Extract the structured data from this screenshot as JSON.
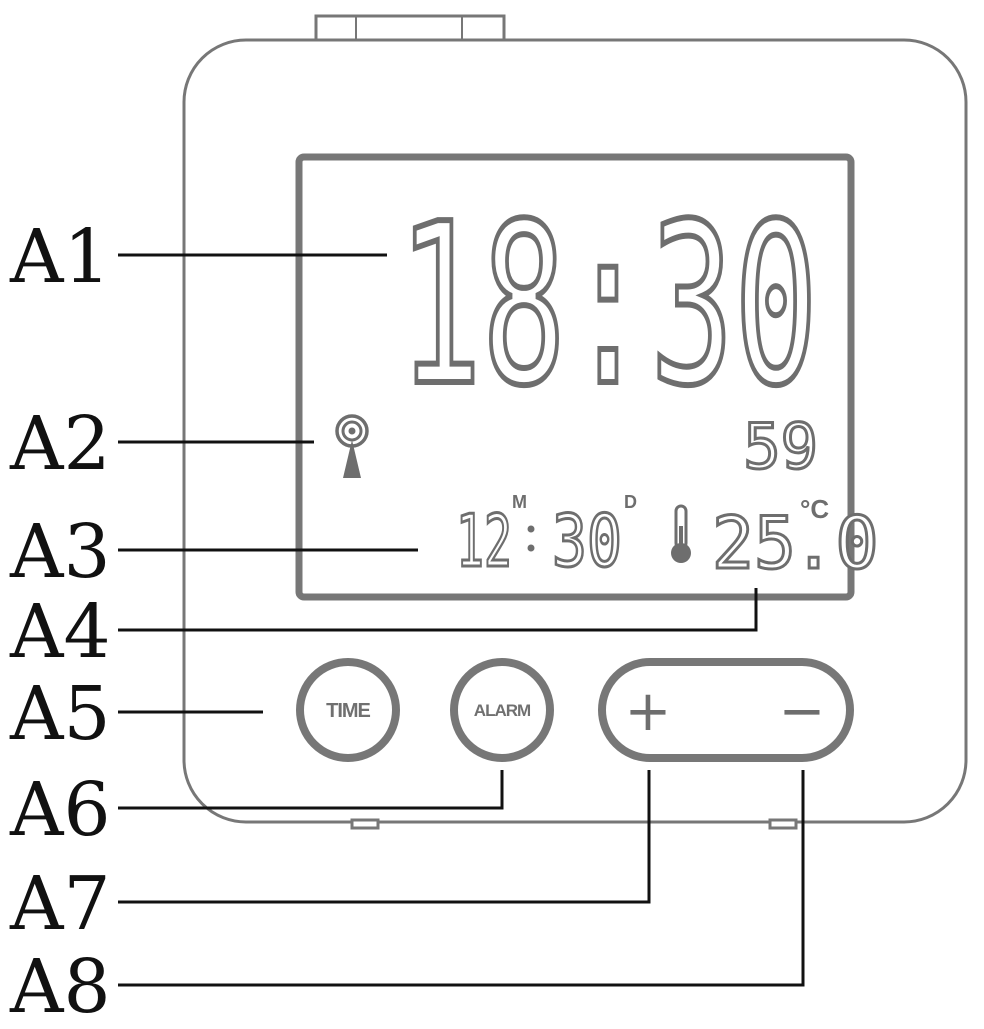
{
  "display": {
    "time": "18:30",
    "seconds": "59",
    "date_month": "12",
    "date_month_marker": "M",
    "date_day": "30",
    "date_day_marker": "D",
    "temperature": "25",
    "temperature_decimal": ".0",
    "temperature_unit": "°C"
  },
  "buttons": {
    "time": "TIME",
    "alarm": "ALARM",
    "plus": "+",
    "minus": "−"
  },
  "callouts": [
    "A1",
    "A2",
    "A3",
    "A4",
    "A5",
    "A6",
    "A7",
    "A8"
  ],
  "icons": {
    "radio_signal": "radio-signal-icon",
    "thermometer": "thermometer-icon"
  },
  "colors": {
    "outline": "#777777",
    "lcd_segment": "#6e6e6e",
    "callout_text": "#111111"
  }
}
